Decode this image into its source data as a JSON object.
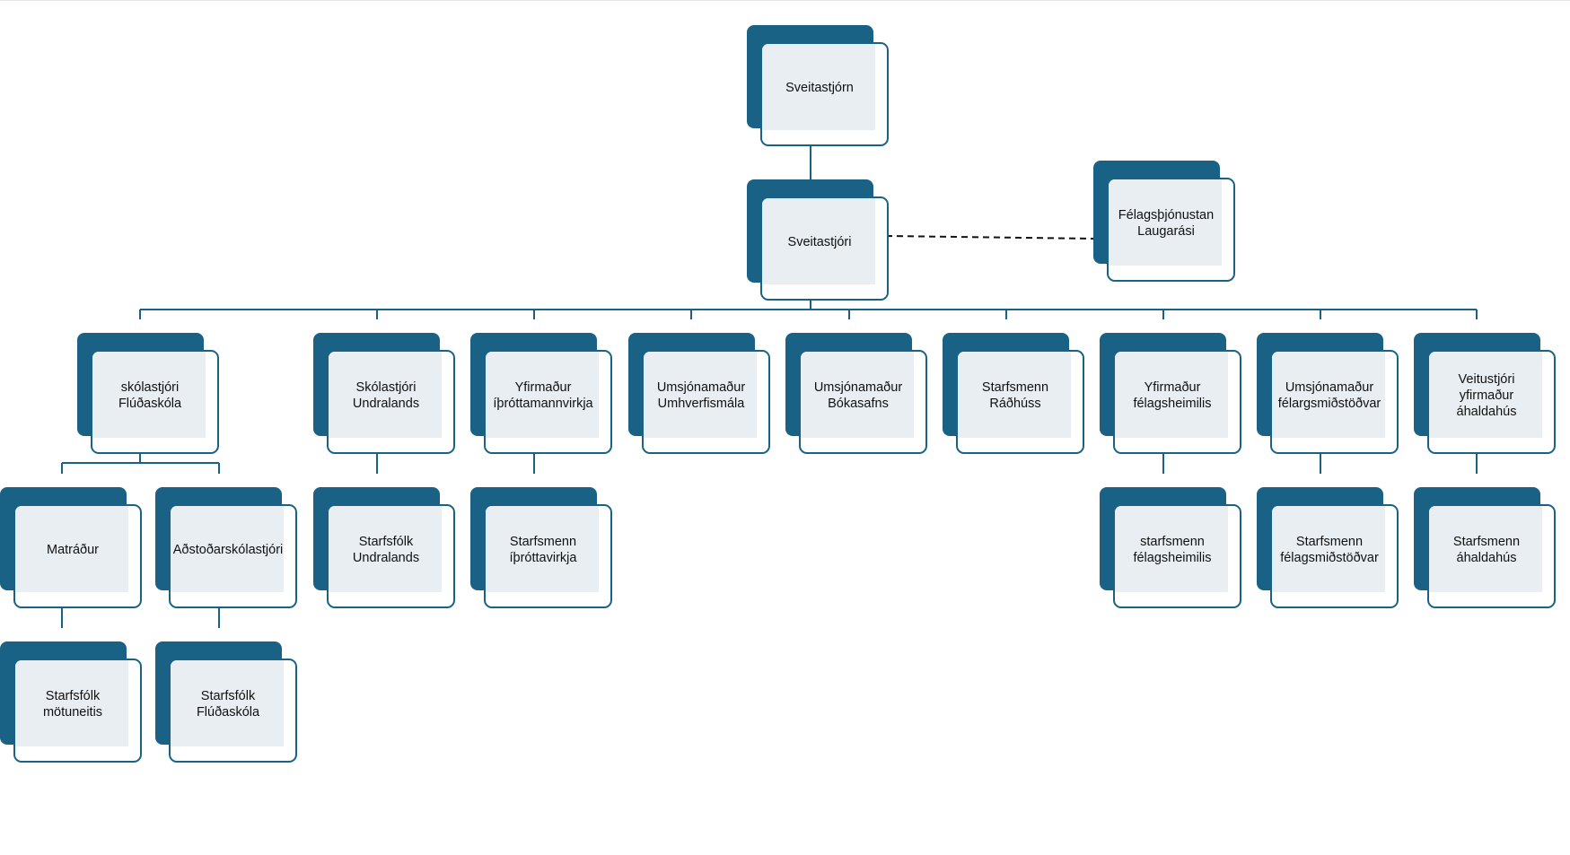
{
  "nodes": {
    "board": "Sveitastjórn",
    "mayor": "Sveitastjóri",
    "social": "Félagsþjónustan\nLaugarási",
    "school_head": "skólastjóri\nFlúðaskóla",
    "undraland_head": "Skólastjóri\nUndralands",
    "sports_head": "Yfirmaður\níþróttamannvirkja",
    "env_manager": "Umsjónamaður\nUmhverfismála",
    "library_manager": "Umsjónamaður\nBókasafns",
    "townhall_staff": "Starfsmenn\nRáðhúss",
    "community_head": "Yfirmaður\nfélagsheimilis",
    "youth_manager": "Umsjónamaður\nfélargsmiðstöðvar",
    "utility_head": "Veitustjóri\nyfirmaður\náhaldahús",
    "cook": "Matráður",
    "deputy_head": "Aðstoðarskólastjóri",
    "undraland_staff": "Starfsfólk\nUndralands",
    "sports_staff": "Starfsmenn\níþróttavirkja",
    "community_staff": "starfsmenn\nfélagsheimilis",
    "youth_staff": "Starfsmenn\nfélagsmiðstöðvar",
    "utility_staff": "Starfsmenn\náhaldahús",
    "canteen_staff": "Starfsfólk\nmötuneitis",
    "school_staff": "Starfsfólk\nFlúðaskóla"
  },
  "colors": {
    "back_box": "#1a6285",
    "front_fill": "#e8eef1",
    "connector": "#1a6285",
    "dashed": "#111111"
  }
}
